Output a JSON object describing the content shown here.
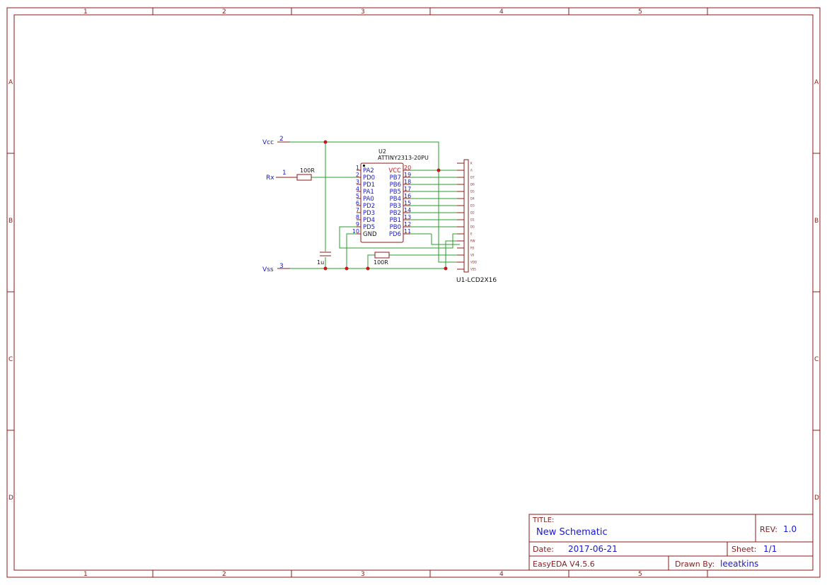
{
  "frame": {
    "col_labels": [
      "1",
      "2",
      "3",
      "4",
      "5"
    ],
    "row_labels": [
      "A",
      "B",
      "C",
      "D"
    ]
  },
  "nets": {
    "vcc": {
      "label": "Vcc",
      "pin": "2"
    },
    "rx": {
      "label": "Rx",
      "pin": "1"
    },
    "vss": {
      "label": "Vss",
      "pin": "3"
    }
  },
  "components": {
    "r_rx": {
      "value": "100R"
    },
    "c1": {
      "value": "1u"
    },
    "r_v0": {
      "value": "100R"
    },
    "u2": {
      "designator": "U2",
      "part": "ATTINY2313-20PU",
      "left_pins": [
        {
          "num": "1",
          "name": "PA2"
        },
        {
          "num": "2",
          "name": "PD0"
        },
        {
          "num": "3",
          "name": "PD1"
        },
        {
          "num": "4",
          "name": "PA1"
        },
        {
          "num": "5",
          "name": "PA0"
        },
        {
          "num": "6",
          "name": "PD2"
        },
        {
          "num": "7",
          "name": "PD3"
        },
        {
          "num": "8",
          "name": "PD4"
        },
        {
          "num": "9",
          "name": "PD5"
        },
        {
          "num": "10",
          "name": "GND"
        }
      ],
      "right_pins": [
        {
          "num": "20",
          "name": "VCC"
        },
        {
          "num": "19",
          "name": "PB7"
        },
        {
          "num": "18",
          "name": "PB6"
        },
        {
          "num": "17",
          "name": "PB5"
        },
        {
          "num": "16",
          "name": "PB4"
        },
        {
          "num": "15",
          "name": "PB3"
        },
        {
          "num": "14",
          "name": "PB2"
        },
        {
          "num": "13",
          "name": "PB1"
        },
        {
          "num": "12",
          "name": "PB0"
        },
        {
          "num": "11",
          "name": "PD6"
        }
      ]
    },
    "u1": {
      "designator": "U1-LCD2X16",
      "pins": [
        "K",
        "A",
        "D7",
        "D6",
        "D5",
        "D4",
        "D3",
        "D2",
        "D1",
        "D0",
        "E",
        "RW",
        "RS",
        "V0",
        "VDD",
        "VSS"
      ]
    }
  },
  "title_block": {
    "title_label": "TITLE:",
    "title": "New Schematic",
    "rev_label": "REV:",
    "rev": "1.0",
    "date_label": "Date:",
    "date": "2017-06-21",
    "sheet_label": "Sheet:",
    "sheet": "1/1",
    "tool": "EasyEDA V4.5.6",
    "drawn_label": "Drawn By:",
    "drawn_by": "leeatkins"
  }
}
